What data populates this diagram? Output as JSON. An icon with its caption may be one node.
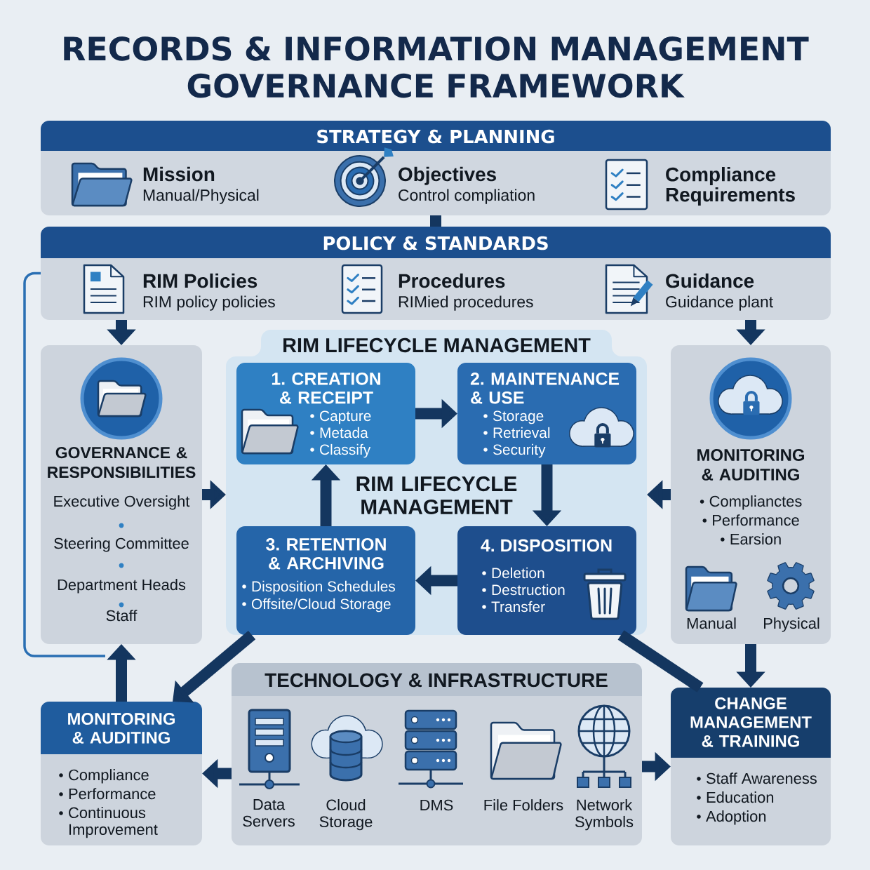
{
  "diagram": {
    "title": "RECORDS & INFORMATION MANAGEMENT GOVERNANCE FRAMEWORK",
    "nodes": [
      {
        "text": [
          "STRATEGY & PLANNING",
          "Mission",
          "Manual/Physical",
          "Objectives",
          "Control compliation",
          "Compliance Requirements"
        ]
      },
      {
        "text": [
          "POLICY & STANDARDS",
          "RIM Policies",
          "RIM policy policies",
          "Procedures",
          "RIMied procedures",
          "Guidance",
          "Guidance plant"
        ]
      },
      {
        "text": [
          "GOVERNANCE & RESPONSIBILITIES",
          "Executive Oversight",
          "Steering Committee",
          "Department Heads",
          "Staff"
        ]
      },
      {
        "text": [
          "RIM LIFECYCLE MANAGEMENT",
          "RIM LIFECYCLE MANAGEMENT"
        ]
      },
      {
        "text": [
          "1. CREATION & RECEIPT",
          "Capture",
          "Metada",
          "Classify"
        ],
        "in": 3
      },
      {
        "text": [
          "2. MAINTENANCE & USE",
          "Storage",
          "Retrieval",
          "Security"
        ],
        "in": 3
      },
      {
        "text": [
          "3. RETENTION & ARCHIVING",
          "Disposition Schedules",
          "Offsite/Cloud Storage"
        ],
        "in": 3
      },
      {
        "text": [
          "4. DISPOSITION",
          "Deletion",
          "Destruction",
          "Transfer"
        ],
        "in": 3
      },
      {
        "text": [
          "MONITORING & AUDITING",
          "Complianctes",
          "Performance",
          "Earsion",
          "Manual",
          "Physical"
        ]
      },
      {
        "text": [
          "MONITORING & AUDITING",
          "Compliance",
          "Performance",
          "Continuous Improvement"
        ]
      },
      {
        "text": [
          "TECHNOLOGY & INFRASTRUCTURE",
          "Data Servers",
          "Cloud Storage",
          "DMS",
          "File Folders",
          "Network Symbols"
        ]
      },
      {
        "text": [
          "CHANGE MANAGEMENT & TRAINING",
          "Staff Awareness",
          "Education",
          "Adoption"
        ]
      }
    ],
    "edges": [
      {
        "from": 0,
        "to": 1,
        "arrow": "none"
      },
      {
        "from": 1,
        "to": 2,
        "arrow": "to"
      },
      {
        "from": 1,
        "to": 8,
        "arrow": "to"
      },
      {
        "from": 2,
        "to": 3,
        "arrow": "to"
      },
      {
        "from": 8,
        "to": 3,
        "arrow": "to"
      },
      {
        "from": 4,
        "to": 5,
        "arrow": "to"
      },
      {
        "from": 5,
        "to": 7,
        "arrow": "to"
      },
      {
        "from": 7,
        "to": 6,
        "arrow": "to"
      },
      {
        "from": 6,
        "to": 4,
        "arrow": "to"
      },
      {
        "from": 6,
        "to": 9,
        "arrow": "to"
      },
      {
        "from": 9,
        "to": 2,
        "arrow": "to"
      },
      {
        "from": 10,
        "to": 9,
        "arrow": "to"
      },
      {
        "from": 10,
        "to": 11,
        "arrow": "to"
      },
      {
        "from": 7,
        "to": 11,
        "arrow": "none"
      },
      {
        "from": 8,
        "to": 11,
        "arrow": "to"
      },
      {
        "from": 1,
        "to": null,
        "arrow": "none",
        "color": "#2a6fb3"
      }
    ]
  }
}
